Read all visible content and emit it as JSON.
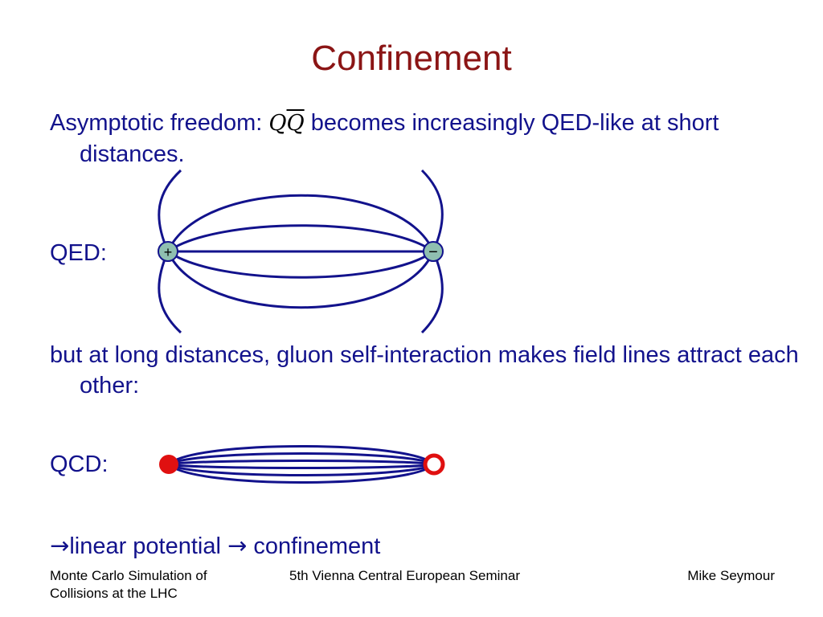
{
  "slide": {
    "title": "Confinement",
    "bullet1": {
      "prefix": "Asymptotic freedom: ",
      "math_q": "Q",
      "math_qbar": "Q",
      "suffix": " becomes increasingly QED-like at short distances."
    },
    "qed_label": "QED:",
    "qed_plus_symbol": "+",
    "qed_minus_symbol": "−",
    "bullet2": "but at long distances, gluon self-interaction makes field lines attract each other:",
    "qcd_label": "QCD:",
    "conclusion": {
      "arrow1": "→",
      "text1": "linear potential ",
      "arrow2": "→",
      "text2": " confinement"
    }
  },
  "footer": {
    "left": "Monte Carlo Simulation of Collisions at the LHC",
    "center": "5th Vienna Central European Seminar",
    "right": "Mike Seymour"
  },
  "colors": {
    "title": "#8b1515",
    "body_text": "#12128c",
    "field_line": "#12128c",
    "charge_fill": "#8fbfb0",
    "quark": "#e01010"
  }
}
